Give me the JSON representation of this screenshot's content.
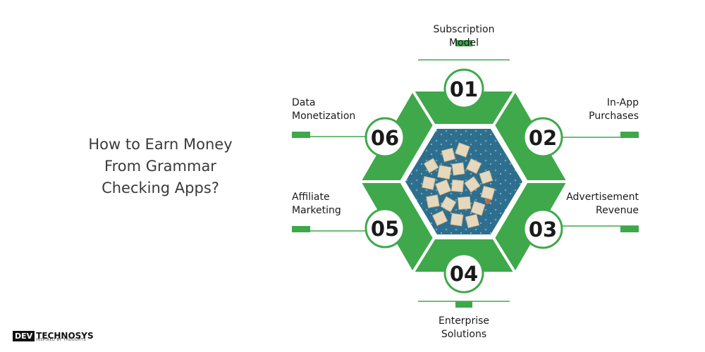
{
  "title": {
    "line1": "How to Earn Money",
    "line2": "From Grammar",
    "line3": "Checking Apps?"
  },
  "colors": {
    "accent": "#3fa84b",
    "circle_border": "#3fa84b",
    "text": "#1a1a1a"
  },
  "center_image": {
    "icon": "scrabble-tiles-photo",
    "description": "scrabble-letter-tiles"
  },
  "items": [
    {
      "number": "01",
      "line1": "Subscription",
      "line2": "Model"
    },
    {
      "number": "02",
      "line1": "In-App",
      "line2": "Purchases"
    },
    {
      "number": "03",
      "line1": "Advertisement",
      "line2": "Revenue"
    },
    {
      "number": "04",
      "line1": "Enterprise",
      "line2": "Solutions"
    },
    {
      "number": "05",
      "line1": "Affiliate",
      "line2": "Marketing"
    },
    {
      "number": "06",
      "line1": "Data",
      "line2": "Monetization"
    }
  ],
  "logo": {
    "mark": "DEV",
    "name": "TECHNOSYS",
    "tagline": "INSPIRED BY THOUGHTS"
  }
}
